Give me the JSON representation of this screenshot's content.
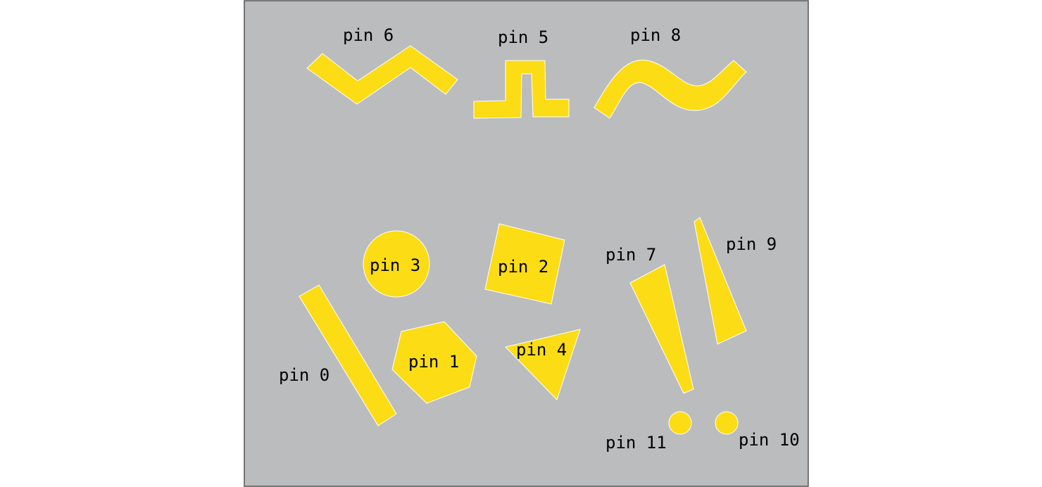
{
  "colors": {
    "board": "#bbbcbe",
    "border": "#555555",
    "pin_fill": "#fcdc14",
    "pin_outline": "#ffffff",
    "label": "#000000"
  },
  "pins": [
    {
      "id": "pin0",
      "label": "pin 0",
      "shape": "slanted-bar"
    },
    {
      "id": "pin1",
      "label": "pin 1",
      "shape": "hexagon"
    },
    {
      "id": "pin2",
      "label": "pin 2",
      "shape": "rotated-square"
    },
    {
      "id": "pin3",
      "label": "pin 3",
      "shape": "circle"
    },
    {
      "id": "pin4",
      "label": "pin 4",
      "shape": "triangle"
    },
    {
      "id": "pin5",
      "label": "pin 5",
      "shape": "square-pulse"
    },
    {
      "id": "pin6",
      "label": "pin 6",
      "shape": "zigzag"
    },
    {
      "id": "pin7",
      "label": "pin 7",
      "shape": "wedge"
    },
    {
      "id": "pin8",
      "label": "pin 8",
      "shape": "wave"
    },
    {
      "id": "pin9",
      "label": "pin 9",
      "shape": "wedge"
    },
    {
      "id": "pin10",
      "label": "pin 10",
      "shape": "small-circle"
    },
    {
      "id": "pin11",
      "label": "pin 11",
      "shape": "small-circle"
    }
  ]
}
